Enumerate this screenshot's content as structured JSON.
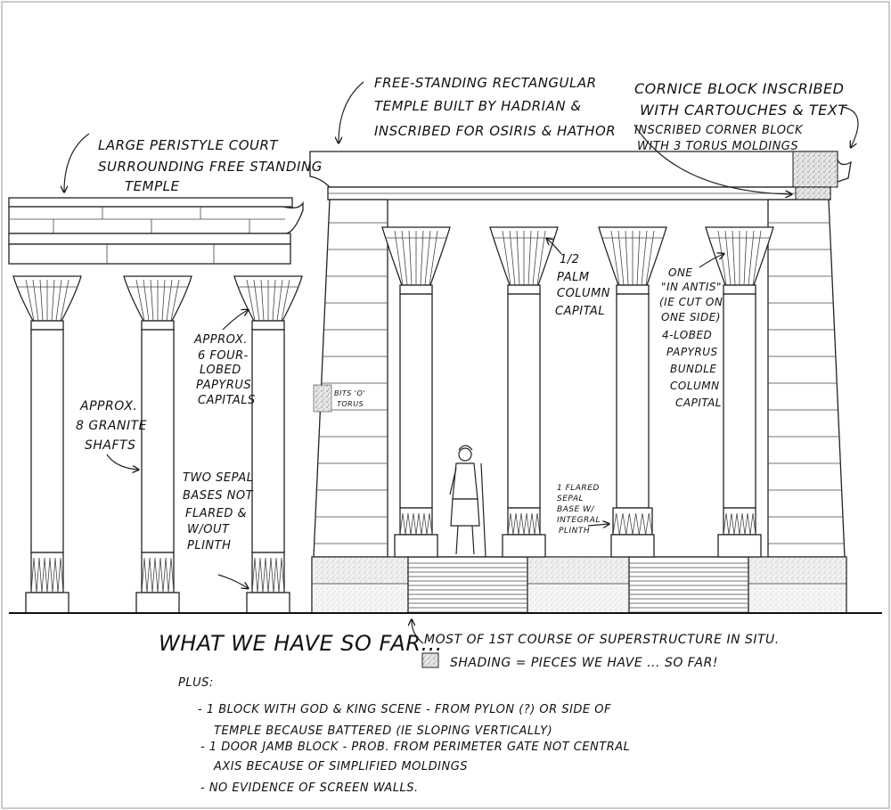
{
  "annotations": {
    "peristyle": [
      "Large Peristyle court",
      "Surrounding Free standing",
      "Temple"
    ],
    "temple": [
      "Free-standing rectangular",
      "Temple built by Hadrian &",
      "Inscribed for Osiris & Hathor"
    ],
    "cornice": [
      "Cornice Block Inscribed",
      "with Cartouches & Text"
    ],
    "corner_block": [
      "Inscribed corner block",
      "with 3 torus moldings"
    ],
    "granite_shafts": [
      "Approx.",
      "8 granite",
      "shafts"
    ],
    "papyrus_capitals": [
      "Approx.",
      "6 four-",
      "lobed",
      "papyrus",
      "capitals"
    ],
    "sepal_bases": [
      "Two sepal",
      "bases not",
      "flared &",
      "w/out",
      "plinth"
    ],
    "bits_torus": [
      "Bits 'o'",
      "torus"
    ],
    "palm_capital": [
      "1/2",
      "Palm",
      "column",
      "capital"
    ],
    "flared_base": [
      "1 flared",
      "sepal",
      "base w/",
      "integral",
      "plinth"
    ],
    "in_antis": [
      "One",
      "\"in antis\"",
      "(ie cut on",
      "one side)",
      "4-lobed",
      "papyrus",
      "bundle",
      "column",
      "capital"
    ]
  },
  "notes": {
    "heading": "What we have so far...",
    "first_course": "Most of 1st course of superstructure in situ.",
    "legend": "Shading = Pieces we have ... so far!",
    "plus": "Plus:",
    "items": [
      [
        "- 1 block with God & King scene - from pylon (?) or side of",
        "Temple because battered (ie sloping vertically)"
      ],
      [
        "- 1 door jamb block - prob. from perimeter gate not central",
        "axis because of simplified moldings"
      ],
      [
        "- No evidence of screen walls."
      ]
    ]
  },
  "colors": {
    "ink": "#222222",
    "granite": "#bdbdbd",
    "paper": "#ffffff"
  }
}
